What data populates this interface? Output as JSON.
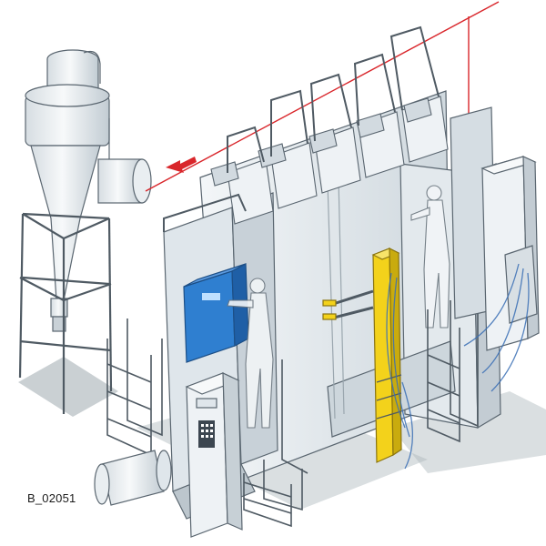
{
  "figure": {
    "code_label": "B_02051"
  },
  "colors": {
    "background": "#ffffff",
    "outline": "#5a6670",
    "booth_light": "#e9eef2",
    "booth_mid": "#d3dbe1",
    "booth_dark": "#aeb9c2",
    "shadow": "#9aa4ab",
    "control_blue": "#2f7fd0",
    "robot_yellow": "#f3d21b",
    "duct_red": "#d9262b",
    "hose_blue": "#3a6fb5"
  },
  "components": [
    {
      "id": "cyclone-separator",
      "icon": "cyclone-icon"
    },
    {
      "id": "air-duct-line",
      "icon": "duct-line-icon"
    },
    {
      "id": "airflow-arrow",
      "icon": "arrow-left-icon"
    },
    {
      "id": "spray-booth-body",
      "icon": "booth-icon"
    },
    {
      "id": "filter-cartridges",
      "icon": "filter-icon"
    },
    {
      "id": "control-panel-blue",
      "icon": "control-panel-icon"
    },
    {
      "id": "robot-axis-yellow",
      "icon": "robot-icon"
    },
    {
      "id": "electrical-cabinet",
      "icon": "cabinet-icon"
    },
    {
      "id": "operator-figures",
      "icon": "person-icon"
    },
    {
      "id": "access-stairs",
      "icon": "stairs-icon"
    },
    {
      "id": "powder-hoses",
      "icon": "hose-icon"
    },
    {
      "id": "powder-feed-centre",
      "icon": "feed-centre-icon"
    }
  ]
}
